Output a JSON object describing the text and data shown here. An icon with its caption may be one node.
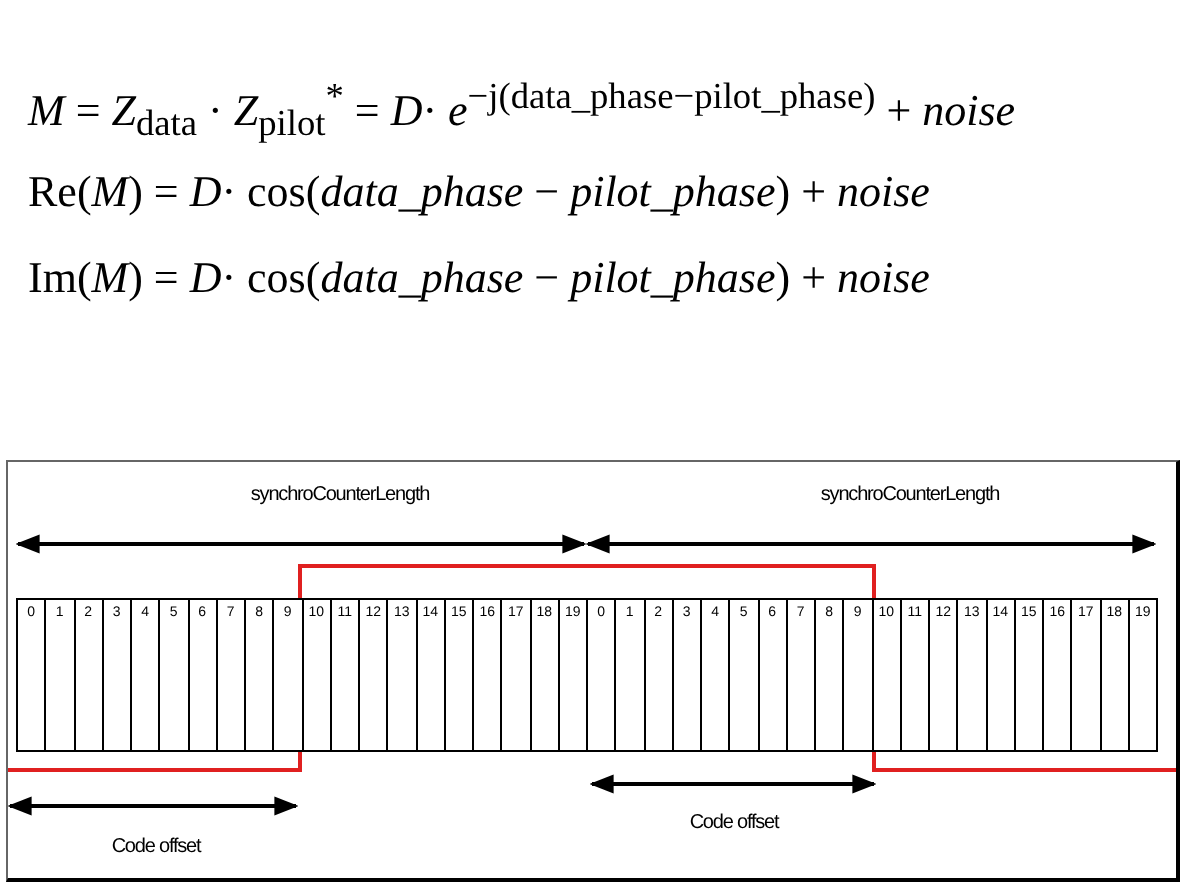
{
  "diagram": {
    "labels": [
      "*M* = *Z*$_{data}$ · *Z*$_{pilot}$$^{*}$ = *D*· *e*$^{−j(data_phase−pilot_phase)}$ + *noise*",
      "Re(*M*) = *D*· cos(*data_phase* − *pilot_phase*) + *noise*",
      "Im(*M*) = *D*· cos(*data_phase* − *pilot_phase*) + *noise*",
      "synchroCounterLength",
      "synchroCounterLength",
      "0",
      "1",
      "2",
      "3",
      "4",
      "5",
      "6",
      "7",
      "8",
      "9",
      "10",
      "11",
      "12",
      "13",
      "14",
      "15",
      "16",
      "17",
      "18",
      "19",
      "0",
      "1",
      "2",
      "3",
      "4",
      "5",
      "6",
      "7",
      "8",
      "9",
      "10",
      "11",
      "12",
      "13",
      "14",
      "15",
      "16",
      "17",
      "18",
      "19",
      "Code offset",
      "Code offset"
    ]
  }
}
